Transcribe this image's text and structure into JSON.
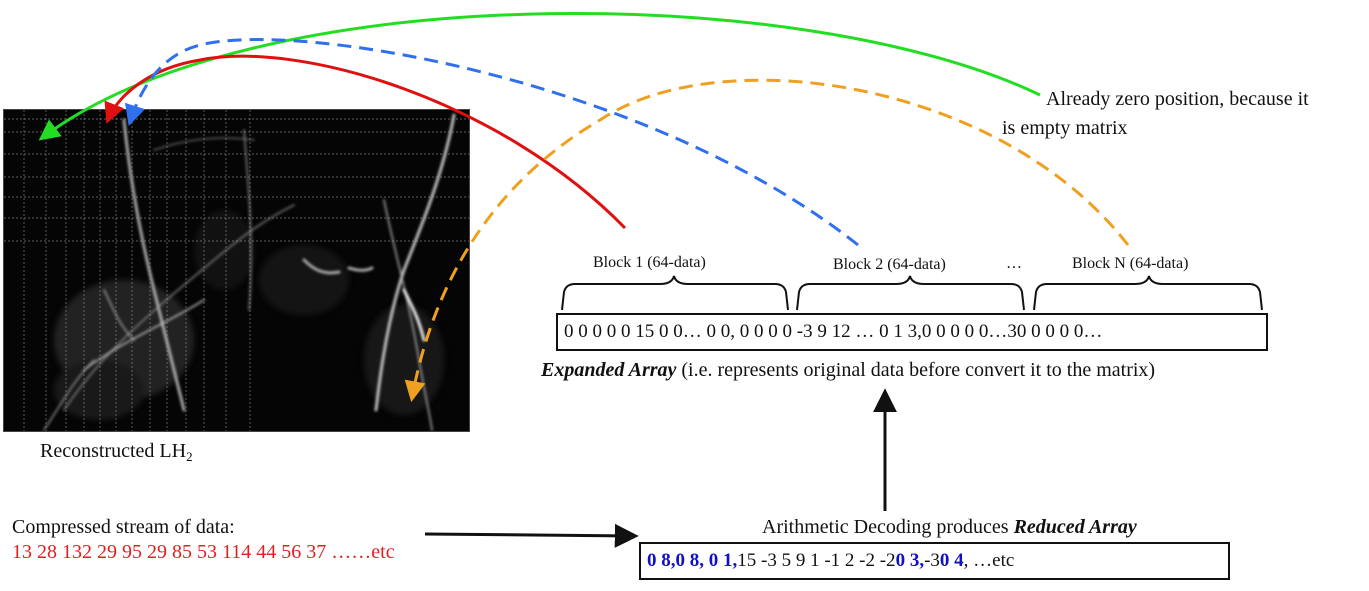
{
  "image_label": "Reconstructed LH",
  "image_label_subscript": "2",
  "annotation": {
    "line1": "Already zero position, because it",
    "line2": "is empty matrix"
  },
  "blocks": [
    {
      "label": "Block 1 (64-data)"
    },
    {
      "label": "Block 2 (64-data)"
    },
    {
      "label": "Block N  (64-data)"
    }
  ],
  "block_ellipsis": "…",
  "expanded_array": {
    "values": "0 0 0 0 0 15 0 0… 0  0, 0 0 0 0 -3 9 12 … 0 1 3,0 0 0 0 0…30 0 0 0 0…",
    "caption_bold": "Expanded Array",
    "caption_rest": " (i.e. represents original data before convert it to the matrix)"
  },
  "compressed_stream": {
    "label": "Compressed stream of data:",
    "values": "13 28 132  29 95 29 85 53 114 44 56 37 ……etc"
  },
  "reduced_array": {
    "caption_plain": "Arithmetic Decoding produces ",
    "caption_bold": "Reduced Array",
    "seg1": "0 8,0 8, 0 1,",
    "seg2": " 15 -3 5 9 1 -1 2 -2 -2 ",
    "seg3": "0 3,",
    "seg4": " -3 ",
    "seg5": "0 4",
    "seg6": ", …etc"
  },
  "colors": {
    "green_arrow": "#22dd22",
    "red_arrow": "#e01010",
    "blue_arrow": "#3070ee",
    "orange_arrow": "#f0a020",
    "highlight_blue": "#1010c8",
    "stream_red": "#e02020"
  }
}
